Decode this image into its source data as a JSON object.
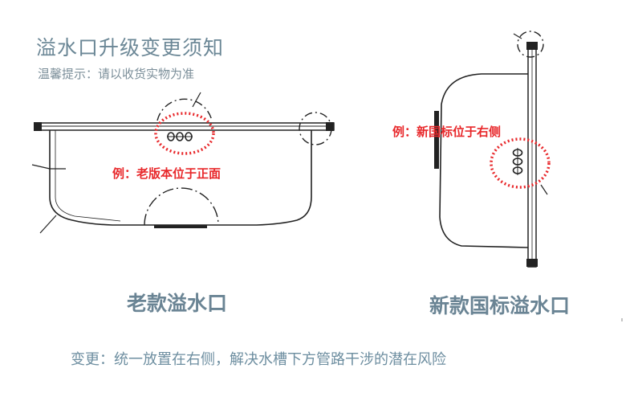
{
  "header": {
    "title": "溢水口升级变更须知",
    "subtitle": "温馨提示：请以收货实物为准"
  },
  "old_sink": {
    "example_label": "例：老版本位于正面",
    "caption": "老款溢水口"
  },
  "new_sink": {
    "example_label": "例：新国标位于右侧",
    "caption": "新款国标溢水口"
  },
  "footer": {
    "note": "变更：统一放置在右侧，解决水槽下方管路干涉的潜在风险"
  },
  "colors": {
    "title": "#6b8796",
    "highlight_red": "#e8282b",
    "caption": "#6a8494",
    "line": "#222222"
  }
}
